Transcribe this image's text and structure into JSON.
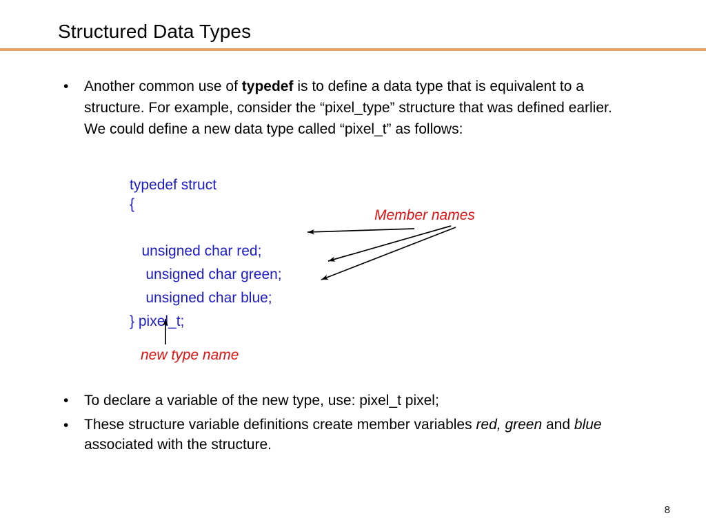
{
  "slide": {
    "title": "Structured Data Types",
    "page_number": "8",
    "rule_color": "#E8A262",
    "code_color": "#1A1AC8",
    "annotation_color": "#E01010"
  },
  "bullets": {
    "marker": "•",
    "intro": {
      "part1": "Another common use of ",
      "keyword": "typedef",
      "part2": " is to define a data type that is equivalent to a structure. For example, consider the “pixel_type” structure that was defined earlier.  We could define a new data type called “pixel_t” as follows:"
    },
    "declare": {
      "text": "To declare a variable of the new type, use:   pixel_t  pixel;"
    },
    "assoc": {
      "part1": "These structure variable definitions create member variables ",
      "em1": "red, green",
      "part2": " and ",
      "em2": "blue",
      "part3": " associated with the structure."
    }
  },
  "code": {
    "lines": [
      "typedef struct",
      "{",
      "",
      "   unsigned char red;",
      "    unsigned char green;",
      "    unsigned char blue;",
      "} pixel_t;"
    ]
  },
  "annotations": {
    "member_names": "Member names",
    "new_type_name": "new type name"
  }
}
